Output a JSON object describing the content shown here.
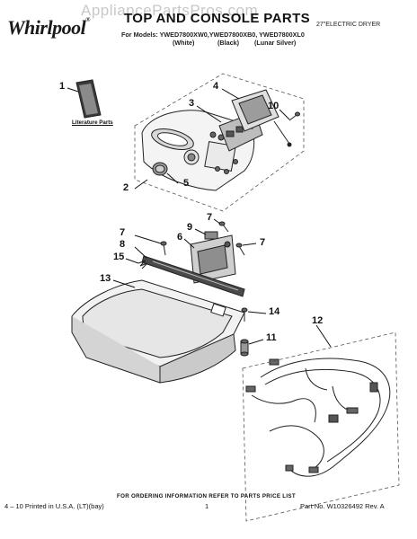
{
  "watermark": "AppliancePartsPros.com",
  "brand": "Whirlpool",
  "header": {
    "title": "TOP AND CONSOLE PARTS",
    "product": "27\"ELECTRIC DRYER",
    "models": "For Models: YWED7800XW0,YWED7800XB0, YWED7800XL0",
    "colors": [
      "(White)",
      "(Black)",
      "(Lunar Silver)"
    ]
  },
  "literature_label": "Literature Parts",
  "callouts": [
    "1",
    "2",
    "3",
    "4",
    "5",
    "6",
    "7",
    "7",
    "7",
    "8",
    "9",
    "10",
    "11",
    "12",
    "13",
    "14",
    "15"
  ],
  "footer": {
    "ordering_note": "FOR ORDERING INFORMATION REFER TO PARTS PRICE LIST",
    "printed": "4 – 10 Printed in U.S.A. (LT)(bay)",
    "page": "1",
    "part_no": "Part No. W10326492 Rev. A"
  }
}
